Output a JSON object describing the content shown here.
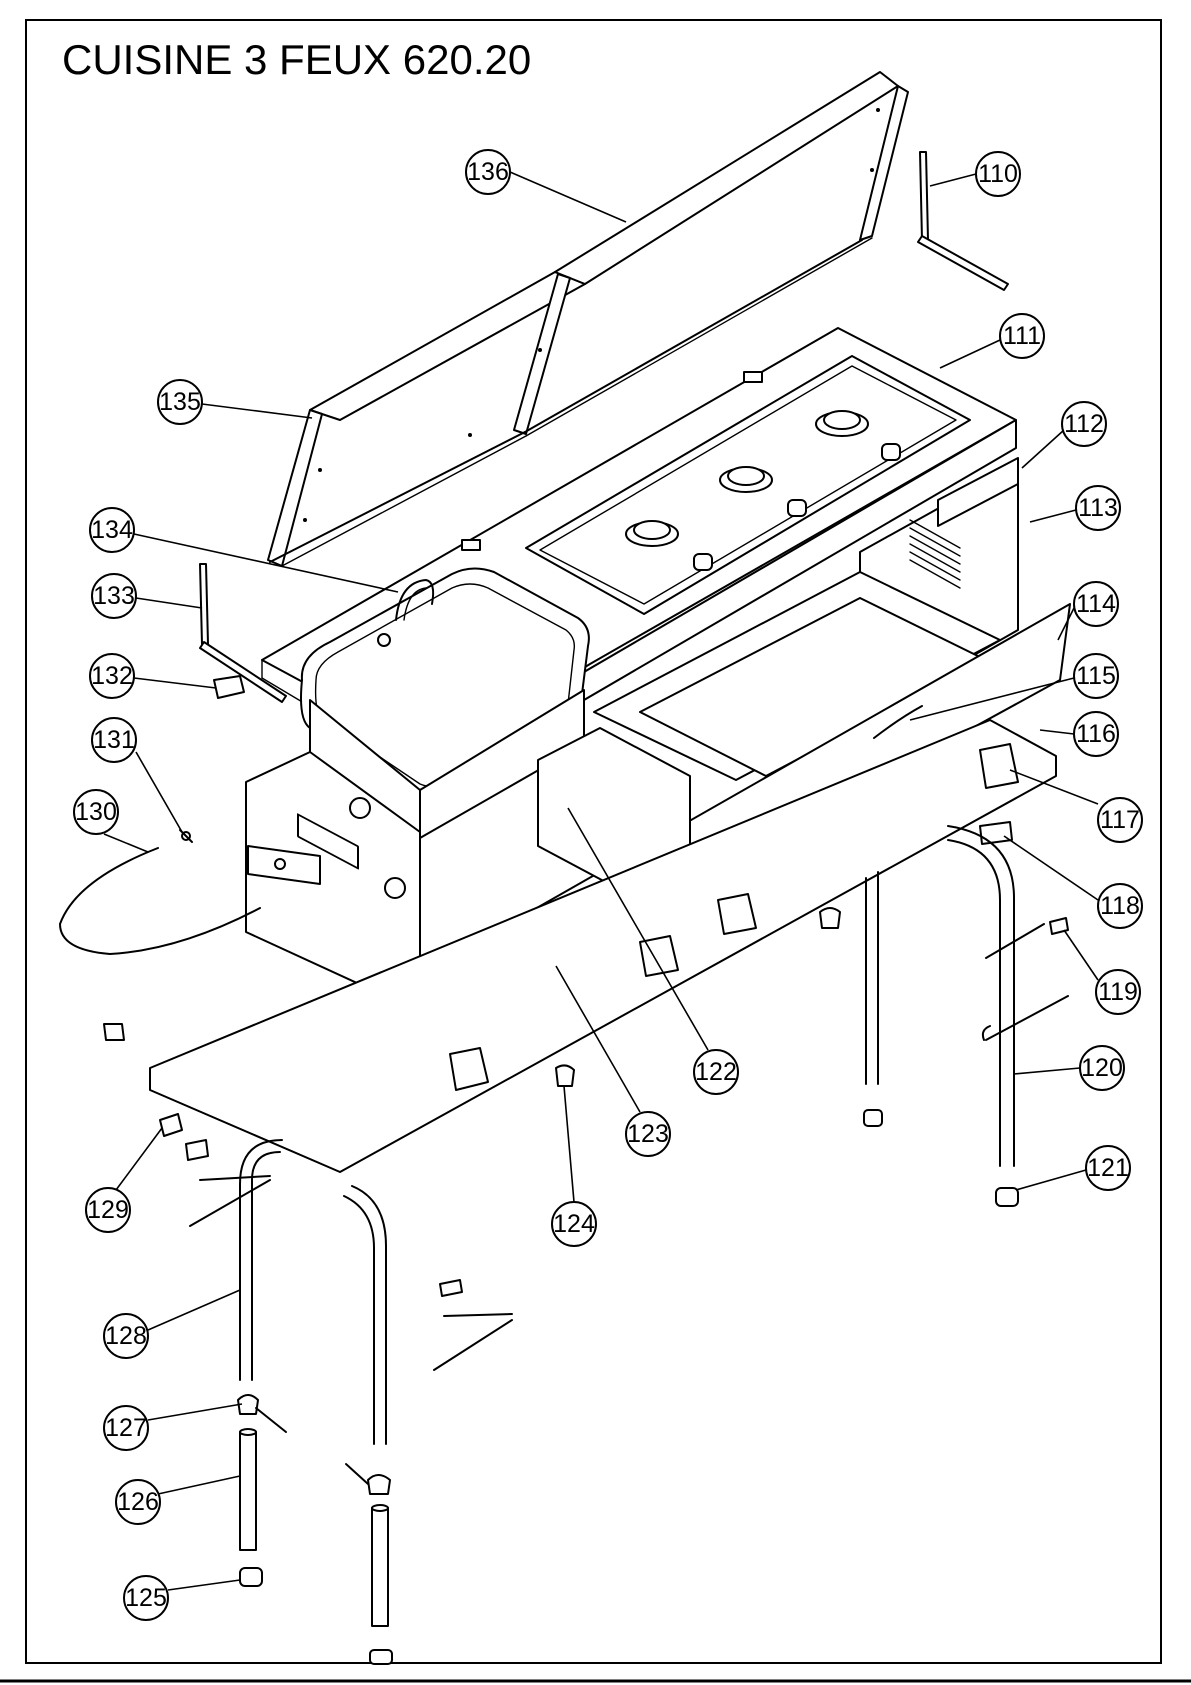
{
  "title": "CUISINE 3 FEUX 620.20",
  "callouts": [
    {
      "label": "136"
    },
    {
      "label": "110"
    },
    {
      "label": "111"
    },
    {
      "label": "135"
    },
    {
      "label": "112"
    },
    {
      "label": "113"
    },
    {
      "label": "134"
    },
    {
      "label": "133"
    },
    {
      "label": "114"
    },
    {
      "label": "115"
    },
    {
      "label": "132"
    },
    {
      "label": "116"
    },
    {
      "label": "131"
    },
    {
      "label": "130"
    },
    {
      "label": "117"
    },
    {
      "label": "118"
    },
    {
      "label": "119"
    },
    {
      "label": "120"
    },
    {
      "label": "122"
    },
    {
      "label": "123"
    },
    {
      "label": "121"
    },
    {
      "label": "129"
    },
    {
      "label": "124"
    },
    {
      "label": "128"
    },
    {
      "label": "127"
    },
    {
      "label": "126"
    },
    {
      "label": "125"
    }
  ]
}
